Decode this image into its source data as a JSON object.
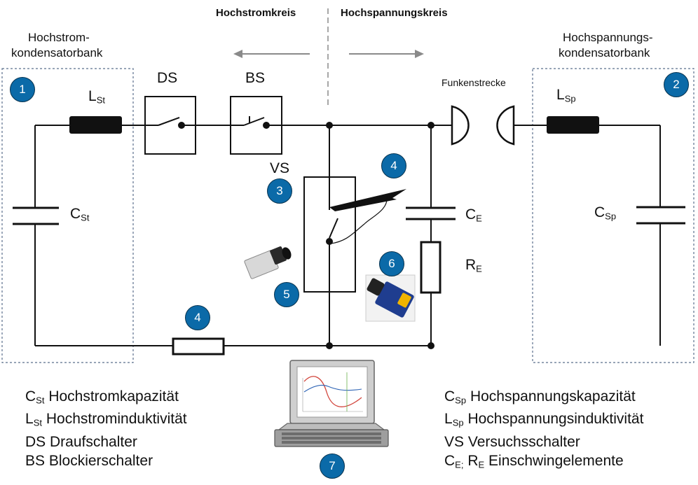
{
  "header": {
    "left_title": "Hochstromkreis",
    "right_title": "Hochspannungskreis"
  },
  "banks": {
    "left_line1": "Hochstrom-",
    "left_line2": "kondensatorbank",
    "right_line1": "Hochspannungs-",
    "right_line2": "kondensatorbank"
  },
  "components": {
    "ds": "DS",
    "bs": "BS",
    "vs": "VS",
    "spark_gap": "Funkenstrecke",
    "l_st_main": "L",
    "l_st_sub": "St",
    "c_st_main": "C",
    "c_st_sub": "St",
    "l_sp_main": "L",
    "l_sp_sub": "Sp",
    "c_sp_main": "C",
    "c_sp_sub": "Sp",
    "c_e_main": "C",
    "c_e_sub": "E",
    "r_e_main": "R",
    "r_e_sub": "E"
  },
  "badges": {
    "b1": "1",
    "b2": "2",
    "b3": "3",
    "b4_top": "4",
    "b4_bottom": "4",
    "b5": "5",
    "b6": "6",
    "b7": "7"
  },
  "legend_left": [
    {
      "sym": "C",
      "sub": "St",
      "text": "Hochstromkapazität"
    },
    {
      "sym": "L",
      "sub": "St",
      "text": "Hochstrominduktivität"
    },
    {
      "sym": "",
      "sub": "",
      "text": "DS Draufschalter"
    },
    {
      "sym": "",
      "sub": "",
      "text": "BS Blockierschalter"
    }
  ],
  "legend_right": [
    {
      "sym": "C",
      "sub": "Sp",
      "text": "Hochspannungskapazität"
    },
    {
      "sym": "L",
      "sub": "Sp",
      "text": "Hochspannungsinduktivität"
    },
    {
      "sym": "",
      "sub": "",
      "text": "VS Versuchsschalter"
    },
    {
      "sym": "C",
      "sub": "E;",
      "sym2": "R",
      "sub2": "E",
      "text": "Einschwingelemente"
    }
  ],
  "colors": {
    "badge": "#0b6aa8",
    "wire": "#111111",
    "dashed_box": "#5b6f8c",
    "arrow": "#8a8a8a"
  }
}
